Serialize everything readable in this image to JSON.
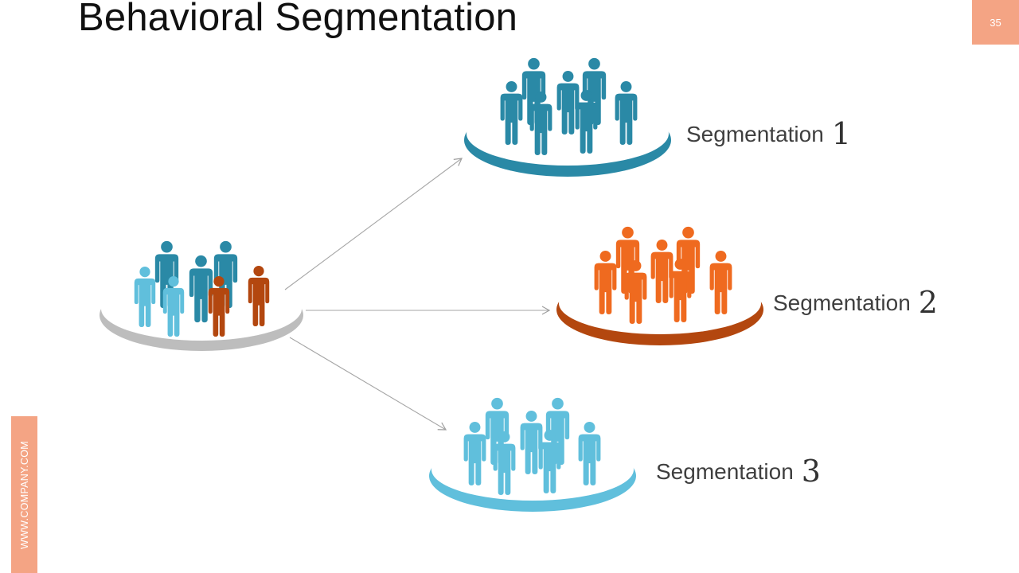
{
  "slide": {
    "title": "Behavioral Segmentation",
    "page_number": "35",
    "side_tab": "WWW.COMPANY.COM"
  },
  "colors": {
    "badge": "#f4a484",
    "group_teal": "#2a89a6",
    "group_orange": "#ef6a1f",
    "group_lightblue": "#60bfdc",
    "group_brown": "#b3470f",
    "platform_gray": "#bdbdbd"
  },
  "segments": [
    {
      "label": "Segmentation",
      "number": "1",
      "color": "#2a89a6",
      "platform": "#2a89a6"
    },
    {
      "label": "Segmentation",
      "number": "2",
      "color": "#ef6a1f",
      "platform": "#b3470f"
    },
    {
      "label": "Segmentation",
      "number": "3",
      "color": "#60bfdc",
      "platform": "#60bfdc"
    }
  ]
}
